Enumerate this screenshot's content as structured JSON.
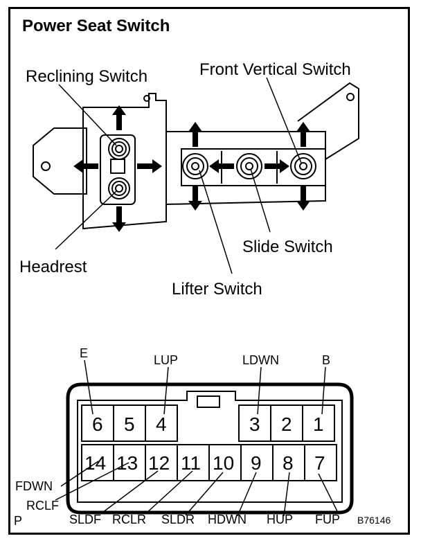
{
  "title": "Power Seat Switch",
  "labels": {
    "reclining_switch": "Reclining Switch",
    "front_vertical_switch": "Front Vertical Switch",
    "headrest": "Headrest",
    "slide_switch": "Slide Switch",
    "lifter_switch": "Lifter Switch"
  },
  "connector": {
    "top_row": [
      "6",
      "5",
      "4",
      "3",
      "2",
      "1"
    ],
    "bottom_row": [
      "14",
      "13",
      "12",
      "11",
      "10",
      "9",
      "8",
      "7"
    ],
    "terminal_names": {
      "E": "E",
      "LUP": "LUP",
      "LDWN": "LDWN",
      "B": "B",
      "FDWN": "FDWN",
      "RCLF": "RCLF",
      "SLDF": "SLDF",
      "RCLR": "RCLR",
      "SLDR": "SLDR",
      "HDWN": "HDWN",
      "HUP": "HUP",
      "FUP": "FUP"
    }
  },
  "corner_mark": "P",
  "figure_id": "B76146",
  "colors": {
    "ink": "#000000",
    "paper": "#ffffff"
  }
}
